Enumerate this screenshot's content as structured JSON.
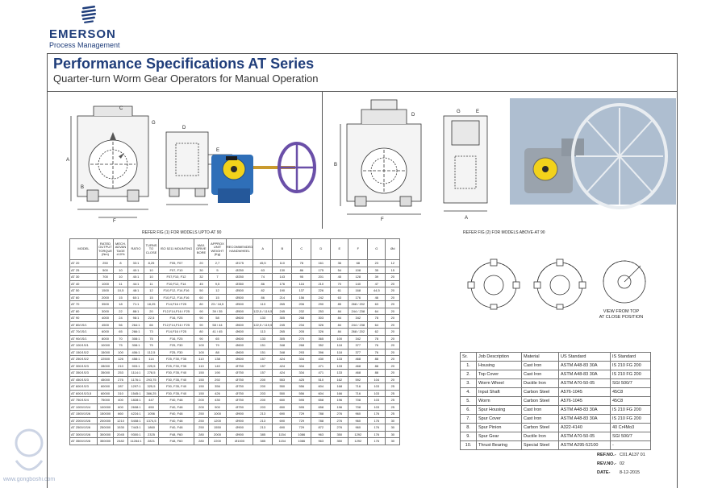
{
  "brand": {
    "name": "EMERSON",
    "division": "Process Management"
  },
  "header": {
    "title": "Performance Specifications AT Series",
    "subtitle": "Quarter-turn Worm Gear Operators for Manual Operation"
  },
  "figures": {
    "fig1_caption": "REFER FIG (1) FOR MODELS UPTO-AT 90",
    "fig2_caption": "REFER FIG (2) FOR MODELS ABOVE-AT 90",
    "top_view_label": "VIEW FROM TOP\nAT CLOSE POSITION",
    "dim_letters_fig1": [
      "C",
      "A",
      "B",
      "D",
      "F",
      "E",
      "G"
    ],
    "dim_letters_fig2": [
      "G",
      "D",
      "E",
      "B",
      "F",
      "A"
    ]
  },
  "spec_table": {
    "headers": [
      "MODEL",
      "RATED OUTPUT TORQUE (Nm)",
      "MECH. ADVAN TAGE ±10%",
      "RATIO",
      "TURNS TO CLOSE",
      "ISO 5211 MOUNTING",
      "MAX. DRIVE BORE",
      "APPROX UNIT WEIGHT (Kg)",
      "RECOMMENDED HANDWHEEL",
      "A",
      "B",
      "C",
      "D",
      "E",
      "F",
      "G",
      "Ød"
    ],
    "rows": [
      [
        "AT 20",
        "250",
        "8",
        "33:1",
        "8,25",
        "F05, F07",
        "20",
        "2,7",
        "Ø175",
        "45,5",
        "110",
        "78",
        "161",
        "36",
        "68",
        "23",
        "12"
      ],
      [
        "AT 25",
        "500",
        "10",
        "40:1",
        "10",
        "F07, F10",
        "30",
        "5",
        "Ø250",
        "63",
        "130",
        "86",
        "175",
        "54",
        "108",
        "35",
        "15"
      ],
      [
        "AT 30",
        "700",
        "10",
        "40:1",
        "10",
        "F07,F10, F12",
        "32",
        "7",
        "Ø250",
        "74",
        "143",
        "95",
        "201",
        "45",
        "128",
        "39",
        "20"
      ],
      [
        "AT 40",
        "1000",
        "11",
        "44:1",
        "11",
        "F10,F12, F14",
        "45",
        "9,5",
        "Ø350",
        "86",
        "176",
        "116",
        "210",
        "70",
        "140",
        "47",
        "20"
      ],
      [
        "AT 50",
        "1500",
        "10,5",
        "48:1",
        "12",
        "F10,F12, F14,F16",
        "50",
        "12",
        "Ø500",
        "82",
        "190",
        "137",
        "226",
        "61",
        "168",
        "44,5",
        "20"
      ],
      [
        "AT 60",
        "2000",
        "15",
        "60:1",
        "15",
        "F10,F12, F14,F16",
        "60",
        "15",
        "Ø500",
        "86",
        "214",
        "156",
        "242",
        "63",
        "176",
        "46",
        "20"
      ],
      [
        "AT 70",
        "3500",
        "18",
        "71:1",
        "18,25",
        "F14,F16 / F25",
        "80",
        "23 / 18,5",
        "Ø500",
        "113",
        "265",
        "206",
        "290",
        "85",
        "268 / 202",
        "63",
        "20"
      ],
      [
        "AT 80",
        "3000",
        "22",
        "88:1",
        "20",
        "F12,F14,F16 / F25",
        "90",
        "39 / 35",
        "Ø500",
        "122,5 / 119,5",
        "245",
        "232",
        "253",
        "84",
        "244 / 238",
        "64",
        "20"
      ],
      [
        "AT 90",
        "4000",
        "24",
        "98:1",
        "22,5",
        "F16, F25",
        "90",
        "58",
        "Ø600",
        "133",
        "305",
        "268",
        "303",
        "84",
        "342",
        "78",
        "20"
      ],
      [
        "AT 80/1S/1",
        "4500",
        "56",
        "264:1",
        "66",
        "F12,F14,F16 / F25",
        "90",
        "58 / 44",
        "Ø600",
        "122,5 / 119,5",
        "245",
        "234",
        "326",
        "84",
        "244 / 238",
        "64",
        "20"
      ],
      [
        "AT 70/1S/1",
        "6000",
        "65",
        "266:1",
        "73",
        "F14,F16 / F25",
        "80",
        "41 / 45",
        "Ø600",
        "113",
        "265",
        "205",
        "326",
        "84",
        "268 / 202",
        "62",
        "20"
      ],
      [
        "AT 90/1S/1",
        "8000",
        "70",
        "308:1",
        "75",
        "F16, F25",
        "90",
        "65",
        "Ø600",
        "133",
        "305",
        "270",
        "365",
        "100",
        "342",
        "78",
        "20"
      ],
      [
        "AT 100/1S/1",
        "10000",
        "75",
        "308:1",
        "75",
        "F25, F30",
        "100",
        "79",
        "Ø600",
        "151",
        "348",
        "268",
        "352",
        "118",
        "377",
        "76",
        "20"
      ],
      [
        "AT 150/1S/2",
        "15000",
        "100",
        "406:1",
        "112,5",
        "F25, F30",
        "100",
        "88",
        "Ø600",
        "151",
        "348",
        "293",
        "396",
        "118",
        "377",
        "76",
        "20"
      ],
      [
        "AT 250/1S/2",
        "22500",
        "126",
        "458:1",
        "114",
        "F25, F30, F35",
        "110",
        "138",
        "Ø600",
        "157",
        "424",
        "334",
        "430",
        "133",
        "468",
        "88",
        "20"
      ],
      [
        "AT 300/1S/3",
        "28000",
        "210",
        "903:1",
        "225,5",
        "F25, F30, F35",
        "110",
        "140",
        "Ø750",
        "157",
        "424",
        "334",
        "471",
        "133",
        "468",
        "88",
        "20"
      ],
      [
        "AT 350/1S/3",
        "35000",
        "253",
        "1114:1",
        "278,5",
        "F30, F35, F40",
        "150",
        "190",
        "Ø750",
        "157",
        "424",
        "334",
        "471",
        "133",
        "468",
        "88",
        "20"
      ],
      [
        "AT 450/1S/3",
        "45000",
        "276",
        "1176:1",
        "293,75",
        "F30, F35, F40",
        "150",
        "292",
        "Ø750",
        "200",
        "553",
        "425",
        "510",
        "162",
        "592",
        "104",
        "20"
      ],
      [
        "AT 600/1S/3",
        "60000",
        "287",
        "1297:1",
        "325,5",
        "F30, F35, F40",
        "150",
        "356",
        "Ø750",
        "200",
        "550",
        "556",
        "604",
        "168",
        "716",
        "103",
        "25"
      ],
      [
        "AT 600/1S/3,5",
        "60000",
        "310",
        "1545:1",
        "386,25",
        "F30, F35, F40",
        "150",
        "426",
        "Ø750",
        "203",
        "550",
        "556",
        "604",
        "166",
        "716",
        "103",
        "25"
      ],
      [
        "AT 750/1S/4",
        "75000",
        "400",
        "1828:1",
        "447",
        "F40, F48",
        "200",
        "430",
        "Ø750",
        "200",
        "650",
        "595",
        "658",
        "196",
        "708",
        "103",
        "25"
      ],
      [
        "AT 1000/1S/4",
        "100000",
        "600",
        "2608:1",
        "650",
        "F40, F48",
        "200",
        "900",
        "Ø750",
        "203",
        "650",
        "595",
        "658",
        "196",
        "708",
        "103",
        "25"
      ],
      [
        "AT 1500/1S/6",
        "150000",
        "660",
        "4224:1",
        "1056",
        "F40, F48",
        "250",
        "1000",
        "Ø900",
        "213",
        "690",
        "729",
        "788",
        "276",
        "960",
        "176",
        "25"
      ],
      [
        "AT 2000/1S/6",
        "200000",
        "1210",
        "5408:1",
        "1374,5",
        "F40, F48",
        "250",
        "1200",
        "Ø900",
        "213",
        "690",
        "729",
        "788",
        "276",
        "960",
        "176",
        "30"
      ],
      [
        "AT 2500/1S/6",
        "250000",
        "1530",
        "7443:1",
        "1860",
        "F40, F48",
        "250",
        "1550",
        "Ø900",
        "213",
        "690",
        "729",
        "872",
        "276",
        "960",
        "176",
        "30"
      ],
      [
        "AT 3000/1S/6",
        "300000",
        "2045",
        "9300:1",
        "2325",
        "F48, F60",
        "280",
        "2000",
        "Ø900",
        "385",
        "1154",
        "1086",
        "963",
        "350",
        "1292",
        "176",
        "30"
      ],
      [
        "AT 3500/1S/6",
        "350000",
        "2482",
        "11284:1",
        "2821",
        "F48, F60",
        "280",
        "2200",
        "Ø1000",
        "385",
        "1154",
        "1086",
        "963",
        "350",
        "1292",
        "176",
        "30"
      ]
    ]
  },
  "parts_table": {
    "headers": [
      "Sr.",
      "Job Description",
      "Material",
      "US Standard",
      "IS Standard"
    ],
    "rows": [
      [
        "1.",
        "Housing",
        "Cast Iron",
        "ASTM A48-83 30A",
        "IS 210 FG 200"
      ],
      [
        "2.",
        "Top Cover",
        "Cast Iron",
        "ASTM A48-83 30A",
        "IS 210 FG 200"
      ],
      [
        "3.",
        "Worm Wheel",
        "Ductile Iron",
        "ASTM A70-50-05",
        "SGI 500/7"
      ],
      [
        "4.",
        "Input Shaft",
        "Carbon Steel",
        "A576-1045",
        "45C8"
      ],
      [
        "5.",
        "Worm",
        "Carbon Steel",
        "A576-1045",
        "45C8"
      ],
      [
        "6.",
        "Spur Housing",
        "Cast Iron",
        "ASTM A48-83 30A",
        "IS 210 FG 200"
      ],
      [
        "7.",
        "Spur Cover",
        "Cast Iron",
        "ASTM A48-83 30A",
        "IS 210 FG 200"
      ],
      [
        "8.",
        "Spur Pinion",
        "Carbon Steel",
        "A322-4140",
        "40 Cr4Mo3"
      ],
      [
        "9.",
        "Spur Gear",
        "Ductile Iron",
        "ASTM A70-50-05",
        "SGI 500/7"
      ],
      [
        "10.",
        "Thrust Bearing",
        "Special Steel",
        "ASTM A295-52100",
        "-"
      ]
    ]
  },
  "doc_ref": {
    "ref_label": "REF.NO.-",
    "ref_value": "C01 A137 01",
    "rev_label": "REV.NO.-",
    "rev_value": "02",
    "date_label": "DATE-",
    "date_value": "8-12-2015"
  },
  "watermark": {
    "url": "www.gongboshi.com"
  },
  "colors": {
    "brand_blue": "#1f3d7a",
    "actuator_blue": "#2f6fb8",
    "actuator_yellow": "#f2d21b",
    "handwheel_purple": "#6a4fa8",
    "shaft_gold": "#c99a2e"
  }
}
